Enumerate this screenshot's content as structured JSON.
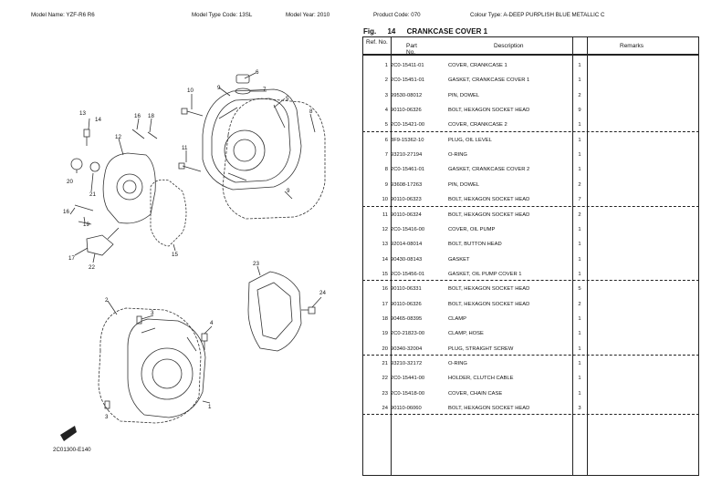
{
  "header": {
    "model_name": "Model Name:  YZF-R6 R6",
    "model_type_code": "Model Type Code:  13SL",
    "model_year": "Model Year:  2010",
    "product_code": "Product Code:  070",
    "colour_type": "Colour Type:  A-DEEP PURPLISH BLUE METALLIC C"
  },
  "figure": {
    "fig_label": "Fig.",
    "fig_number": "14",
    "title": "CRANKCASE COVER 1",
    "diagram_code": "2C01300-E140",
    "callouts": [
      "1",
      "2",
      "3",
      "3",
      "4",
      "5",
      "6",
      "7",
      "8",
      "9",
      "9",
      "10",
      "11",
      "12",
      "13",
      "14",
      "15",
      "16",
      "16",
      "17",
      "18",
      "19",
      "20",
      "21",
      "22",
      "23",
      "24"
    ]
  },
  "table": {
    "headers": {
      "ref_no": "Ref. No.",
      "part_no": "Part No.",
      "description": "Description",
      "remarks": "Remarks"
    },
    "rows": [
      {
        "ref": "1",
        "part": "2C0-15411-01",
        "desc": "COVER, CRANKCASE 1",
        "qty": "1"
      },
      {
        "ref": "2",
        "part": "2C0-15451-01",
        "desc": "GASKET, CRANKCASE COVER 1",
        "qty": "1"
      },
      {
        "ref": "3",
        "part": "99530-08012",
        "desc": "PIN, DOWEL",
        "qty": "2"
      },
      {
        "ref": "4",
        "part": "90110-06326",
        "desc": "BOLT, HEXAGON SOCKET HEAD",
        "qty": "9"
      },
      {
        "ref": "5",
        "part": "2C0-15421-00",
        "desc": "COVER, CRANKCASE 2",
        "qty": "1"
      },
      {
        "ref": "6",
        "part": "3F9-15362-10",
        "desc": "PLUG, OIL LEVEL",
        "qty": "1"
      },
      {
        "ref": "7",
        "part": "93210-27194",
        "desc": "O-RING",
        "qty": "1"
      },
      {
        "ref": "8",
        "part": "2C0-15461-01",
        "desc": "GASKET, CRANKCASE COVER 2",
        "qty": "1"
      },
      {
        "ref": "9",
        "part": "93608-17263",
        "desc": "PIN, DOWEL",
        "qty": "2"
      },
      {
        "ref": "10",
        "part": "90110-06323",
        "desc": "BOLT, HEXAGON SOCKET HEAD",
        "qty": "7"
      },
      {
        "ref": "11",
        "part": "90110-06324",
        "desc": "BOLT, HEXAGON SOCKET HEAD",
        "qty": "2"
      },
      {
        "ref": "12",
        "part": "2C0-15416-00",
        "desc": "COVER, OIL PUMP",
        "qty": "1"
      },
      {
        "ref": "13",
        "part": "92014-08014",
        "desc": "BOLT, BUTTON HEAD",
        "qty": "1"
      },
      {
        "ref": "14",
        "part": "90430-08143",
        "desc": "GASKET",
        "qty": "1"
      },
      {
        "ref": "15",
        "part": "2C0-15456-01",
        "desc": "GASKET, OIL PUMP COVER 1",
        "qty": "1"
      },
      {
        "ref": "16",
        "part": "90110-06331",
        "desc": "BOLT, HEXAGON SOCKET HEAD",
        "qty": "5"
      },
      {
        "ref": "17",
        "part": "90110-06326",
        "desc": "BOLT, HEXAGON SOCKET HEAD",
        "qty": "2"
      },
      {
        "ref": "18",
        "part": "90465-08395",
        "desc": "CLAMP",
        "qty": "1"
      },
      {
        "ref": "19",
        "part": "2C0-21823-00",
        "desc": "CLAMP, HOSE",
        "qty": "1"
      },
      {
        "ref": "20",
        "part": "90340-32004",
        "desc": "PLUG, STRAIGHT SCREW",
        "qty": "1"
      },
      {
        "ref": "21",
        "part": "93210-32172",
        "desc": "O-RING",
        "qty": "1"
      },
      {
        "ref": "22",
        "part": "2C0-15441-00",
        "desc": "HOLDER, CLUTCH CABLE",
        "qty": "1"
      },
      {
        "ref": "23",
        "part": "2C0-15418-00",
        "desc": "COVER, CHAIN CASE",
        "qty": "1"
      },
      {
        "ref": "24",
        "part": "90110-06060",
        "desc": "BOLT, HEXAGON SOCKET HEAD",
        "qty": "3"
      }
    ]
  }
}
